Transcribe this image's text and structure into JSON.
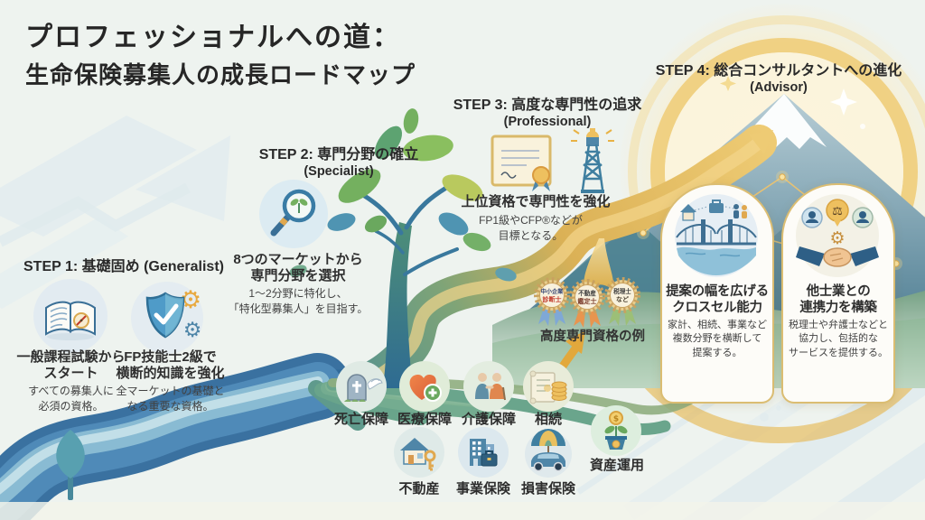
{
  "title": {
    "line1": "プロフェッショナルへの道：",
    "line2": "生命保険募集人の成長ロードマップ"
  },
  "steps": {
    "step1": {
      "heading": "STEP 1: 基礎固め (Generalist)",
      "items": [
        {
          "icon": "textbook-compass-icon",
          "title": "一般課程試験から\nスタート",
          "desc": "すべての募集人に\n必須の資格。"
        },
        {
          "icon": "shield-gears-icon",
          "title": "FP技能士2級で\n横断的知識を強化",
          "desc": "全マーケットの基礎と\nなる重要な資格。"
        }
      ]
    },
    "step2": {
      "heading": "STEP 2: 専門分野の確立",
      "subheading": "(Specialist)",
      "item": {
        "icon": "magnifier-sprout-icon",
        "title": "8つのマーケットから\n専門分野を選択",
        "desc": "1〜2分野に特化し、\n「特化型募集人」を目指す。"
      }
    },
    "step3": {
      "heading": "STEP 3: 高度な専門性の追求",
      "subheading": "(Professional)",
      "item": {
        "icons": [
          "certificate-medal-icon",
          "lighthouse-icon"
        ],
        "title": "上位資格で専門性を強化",
        "desc": "FP1級やCFP®などが\n目標となる。"
      },
      "badges": [
        {
          "line1": "中小企業",
          "line2": "診断士",
          "ribbon_color": "#7fa8d6",
          "line2_color": "#c0392b"
        },
        {
          "line1": "不動産",
          "line2": "鑑定士",
          "ribbon_color": "#e8954f",
          "line2_color": "#7a3b2a"
        },
        {
          "line1": "税理士",
          "line2": "など",
          "ribbon_color": "#9cbf77",
          "line2_color": "#4a3f2f"
        }
      ],
      "badges_caption": "高度専門資格の例"
    },
    "step4": {
      "heading": "STEP 4: 総合コンサルタントへの進化",
      "subheading": "(Advisor)",
      "cards": [
        {
          "icon": "bridge-crosssell-icon",
          "title": "提案の幅を広げる\nクロスセル能力",
          "desc": "家計、相続、事業など\n複数分野を横断して\n提案する。"
        },
        {
          "icon": "handshake-partners-icon",
          "title": "他士業との\n連携力を構築",
          "desc": "税理士や弁護士などと\n協力し、包括的な\nサービスを提供する。"
        }
      ]
    }
  },
  "markets": {
    "row1": [
      {
        "icon": "tombstone-dove-icon",
        "label": "死亡保障"
      },
      {
        "icon": "heart-cross-icon",
        "label": "医療保障"
      },
      {
        "icon": "elderly-care-icon",
        "label": "介護保障"
      },
      {
        "icon": "scroll-coins-icon",
        "label": "相続"
      }
    ],
    "row2": [
      {
        "icon": "house-key-icon",
        "label": "不動産"
      },
      {
        "icon": "building-briefcase-icon",
        "label": "事業保険"
      },
      {
        "icon": "car-umbrella-icon",
        "label": "損害保険"
      },
      {
        "icon": "plant-coin-icon",
        "label": "資産運用"
      }
    ]
  },
  "icons": {
    "glyphs": {
      "scales": "⚖",
      "gear_gold": "⚙",
      "gear_blue": "⚙",
      "dollar": "$"
    }
  },
  "colors": {
    "background": "#eef3ef",
    "accent_gold": "#e9b84d",
    "river_blue": "#3f7cab",
    "mountain_blue": "#5c8ba0",
    "leaf_green": "#74b05f",
    "text_dark": "#2b2b2b"
  }
}
